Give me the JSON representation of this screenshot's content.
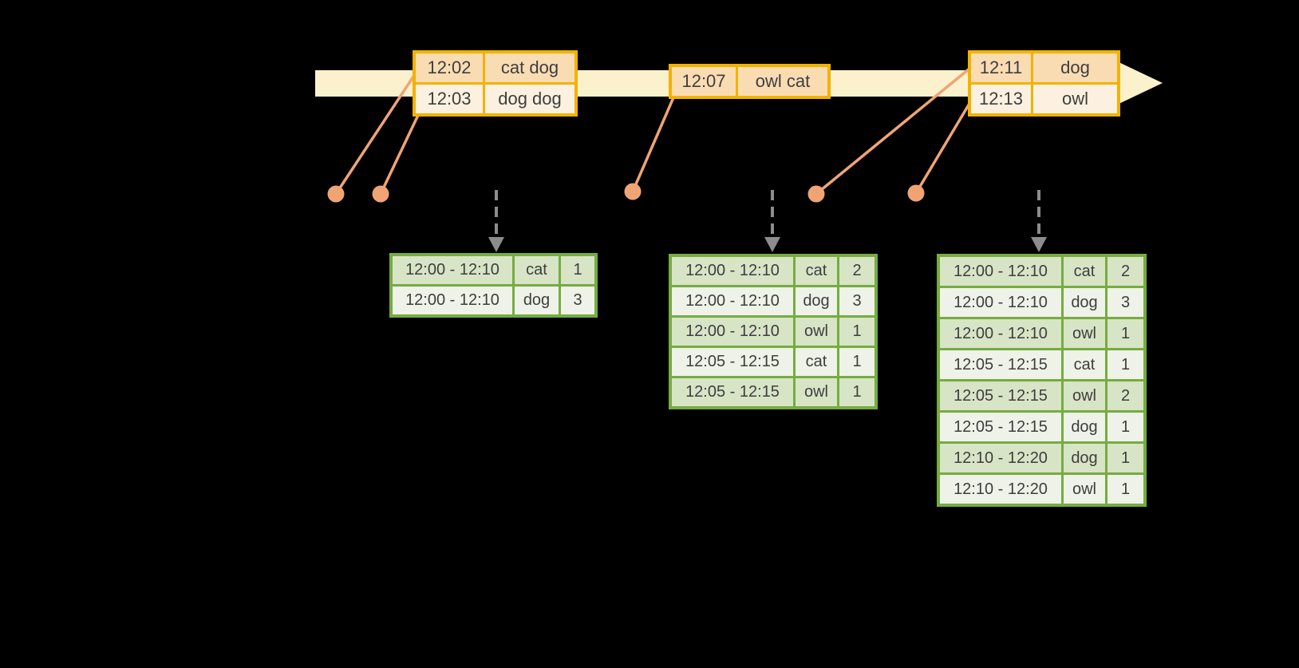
{
  "colors": {
    "background": "#000000",
    "timeline_fill": "#FBF2CD",
    "event_table_border": "#F2B200",
    "event_row_fill_primary": "#FADCB3",
    "event_row_fill_secondary": "#FCF1E0",
    "connector": "#F0A474",
    "trigger_arrow": "#8C8C8C",
    "result_table_border": "#76AC40",
    "result_row_fill_odd": "#D8E4C6",
    "result_row_fill_even": "#EEF2E8",
    "table_text": "#3E3E3E"
  },
  "icons": [
    {
      "name": "timeline-arrow",
      "shape": "right-block-arrow"
    },
    {
      "name": "event-dot",
      "shape": "filled-circle",
      "count": 5
    },
    {
      "name": "trigger-arrow",
      "shape": "dashed-down-arrow",
      "count": 3
    }
  ],
  "event_tables": [
    {
      "name": "events-batch-1",
      "rows": [
        [
          "12:02",
          "cat dog"
        ],
        [
          "12:03",
          "dog dog"
        ]
      ]
    },
    {
      "name": "events-batch-2",
      "rows": [
        [
          "12:07",
          "owl cat"
        ]
      ]
    },
    {
      "name": "events-batch-3",
      "rows": [
        [
          "12:11",
          "dog"
        ],
        [
          "12:13",
          "owl"
        ]
      ]
    }
  ],
  "result_tables": [
    {
      "name": "result-table-1",
      "rows": [
        [
          "12:00 - 12:10",
          "cat",
          "1"
        ],
        [
          "12:00 - 12:10",
          "dog",
          "3"
        ]
      ]
    },
    {
      "name": "result-table-2",
      "rows": [
        [
          "12:00 - 12:10",
          "cat",
          "2"
        ],
        [
          "12:00 - 12:10",
          "dog",
          "3"
        ],
        [
          "12:00 - 12:10",
          "owl",
          "1"
        ],
        [
          "12:05 - 12:15",
          "cat",
          "1"
        ],
        [
          "12:05 - 12:15",
          "owl",
          "1"
        ]
      ]
    },
    {
      "name": "result-table-3",
      "rows": [
        [
          "12:00 - 12:10",
          "cat",
          "2"
        ],
        [
          "12:00 - 12:10",
          "dog",
          "3"
        ],
        [
          "12:00 - 12:10",
          "owl",
          "1"
        ],
        [
          "12:05 - 12:15",
          "cat",
          "1"
        ],
        [
          "12:05 - 12:15",
          "owl",
          "2"
        ],
        [
          "12:05 - 12:15",
          "dog",
          "1"
        ],
        [
          "12:10 - 12:20",
          "dog",
          "1"
        ],
        [
          "12:10 - 12:20",
          "owl",
          "1"
        ]
      ]
    }
  ]
}
